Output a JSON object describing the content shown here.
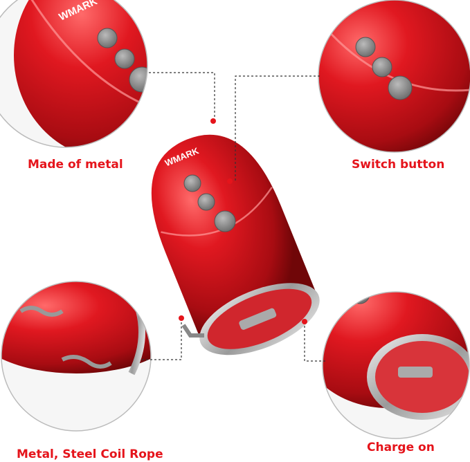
{
  "brand": "WMARK",
  "callouts": [
    {
      "label": "Made of metal"
    },
    {
      "label": "Switch button"
    },
    {
      "label": "Metal, Steel Coil Rope"
    },
    {
      "label": "Charge on"
    }
  ],
  "colors": {
    "label": "#e5141b",
    "body": "#d4141c",
    "chrome": "#c8c8c8",
    "leader": "#333333"
  }
}
